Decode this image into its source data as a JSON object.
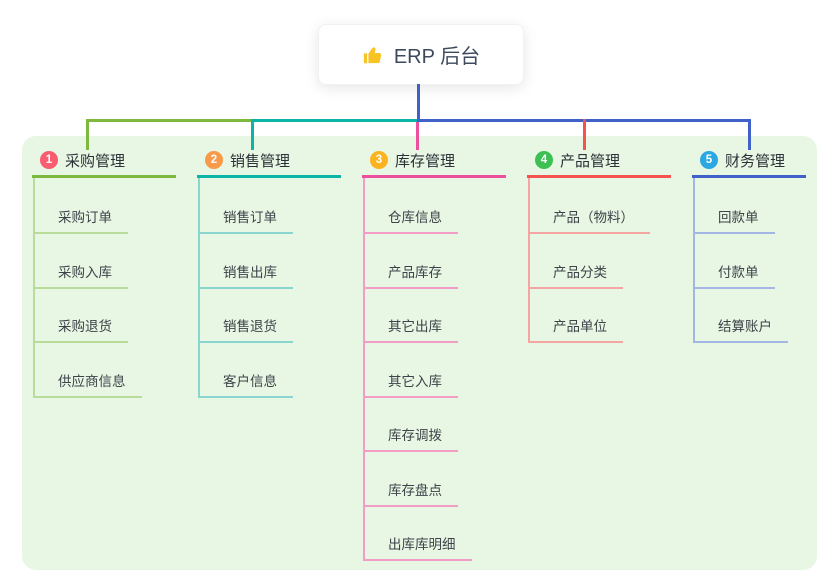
{
  "root": {
    "icon": "thumbs-up",
    "label": "ERP 后台"
  },
  "colors": {
    "canvas_bg": "#ffffff",
    "panel_bg": "#e8f6e4",
    "root_line": "#4061c8",
    "root_text": "#3d4a5c",
    "thumb_icon": "#f7c325"
  },
  "branches": [
    {
      "number": "1",
      "label": "采购管理",
      "badge_color": "#f85c6e",
      "line_color": "#7cb93e",
      "child_line_color": "#b9dc9b",
      "children": [
        "采购订单",
        "采购入库",
        "采购退货",
        "供应商信息"
      ]
    },
    {
      "number": "2",
      "label": "销售管理",
      "badge_color": "#f9994a",
      "line_color": "#0cb3a7",
      "child_line_color": "#8ad6cf",
      "children": [
        "销售订单",
        "销售出库",
        "销售退货",
        "客户信息"
      ]
    },
    {
      "number": "3",
      "label": "库存管理",
      "badge_color": "#fbb31f",
      "line_color": "#ed4f9e",
      "child_line_color": "#f29cc7",
      "children": [
        "仓库信息",
        "产品库存",
        "其它出库",
        "其它入库",
        "库存调拨",
        "库存盘点",
        "出库库明细"
      ]
    },
    {
      "number": "4",
      "label": "产品管理",
      "badge_color": "#3dbf54",
      "line_color": "#f4534f",
      "child_line_color": "#f5a5a2",
      "children": [
        "产品（物料）",
        "产品分类",
        "产品单位"
      ]
    },
    {
      "number": "5",
      "label": "财务管理",
      "badge_color": "#2ba7e2",
      "line_color": "#4061c8",
      "child_line_color": "#a3b6e4",
      "children": [
        "回款单",
        "付款单",
        "结算账户"
      ]
    }
  ]
}
